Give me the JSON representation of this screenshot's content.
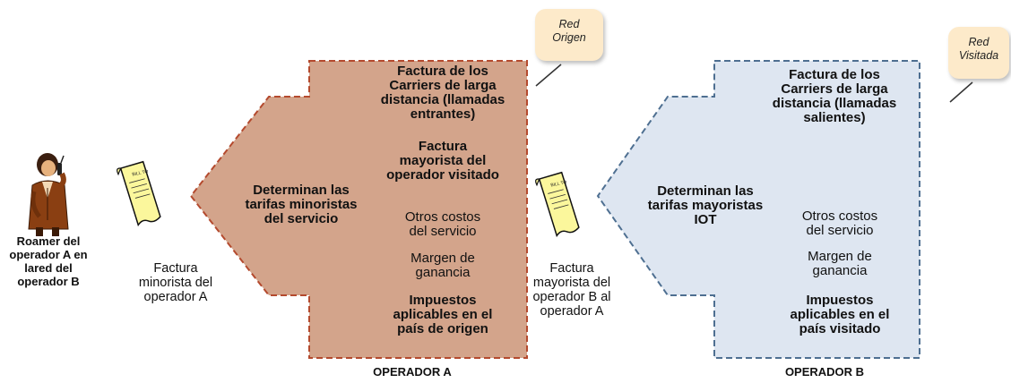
{
  "colors": {
    "operator_a_fill": "#d3a48b",
    "operator_a_border": "#b44a2e",
    "operator_b_fill": "#dee6f1",
    "operator_b_border": "#4e6f91",
    "callout_fill": "#fdeaca",
    "invoice_paper": "#fbf79c"
  },
  "icons": {
    "roamer": "person-phone-icon",
    "invoice": "invoice-document-icon"
  },
  "roamer": {
    "label_lines": [
      "Roamer del",
      "operador A en",
      "lared del",
      "operador B"
    ]
  },
  "invoice_retail": {
    "doc_text": "BILL TO",
    "label_lines": [
      "Factura",
      "minorista del",
      "operador A"
    ]
  },
  "invoice_wholesale": {
    "doc_text": "BILL TO",
    "label_lines": [
      "Factura",
      "mayorista  del",
      "operador B al",
      "operador A"
    ]
  },
  "operator_a": {
    "footer_label": "OPERADOR A",
    "callout_lines": [
      "Red",
      "Origen"
    ],
    "arrow_lines": [
      "Determinan las",
      "tarifas minoristas",
      "del servicio"
    ],
    "items": {
      "carriers": [
        "Factura de los",
        "Carriers de larga",
        "distancia (llamadas",
        "entrantes)"
      ],
      "wholesale": [
        "Factura",
        "mayorista del",
        "operador visitado"
      ],
      "other_costs": [
        "Otros costos",
        "del servicio"
      ],
      "margin": [
        "Margen de",
        "ganancia"
      ],
      "taxes": [
        "Impuestos",
        "aplicables en el",
        "país de origen"
      ]
    }
  },
  "operator_b": {
    "footer_label": "OPERADOR B",
    "callout_lines": [
      "Red",
      "Visitada"
    ],
    "arrow_lines": [
      "Determinan las",
      "tarifas mayoristas",
      "IOT"
    ],
    "items": {
      "carriers": [
        "Factura de los",
        "Carriers de larga",
        "distancia (llamadas",
        "salientes)"
      ],
      "other_costs": [
        "Otros costos",
        "del servicio"
      ],
      "margin": [
        "Margen de",
        "ganancia"
      ],
      "taxes": [
        "Impuestos",
        "aplicables en el",
        "país visitado"
      ]
    }
  }
}
